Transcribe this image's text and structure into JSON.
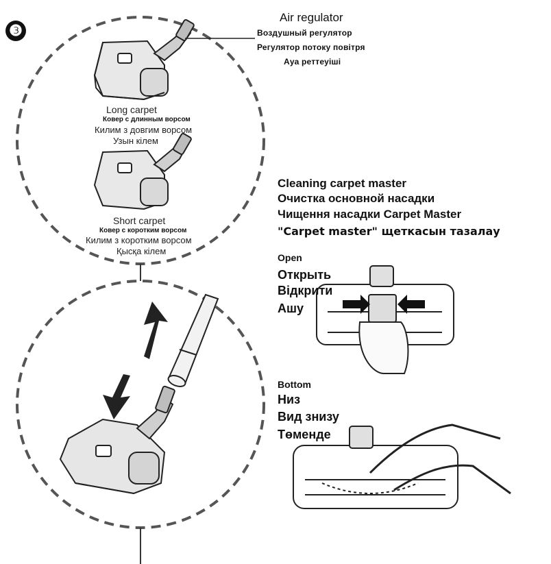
{
  "step_number": "❸",
  "air_regulator": {
    "en": "Air regulator",
    "ru": "Воздушный регулятор",
    "uk": "Регулятор потоку повітря",
    "kk": "Ауа реттеуіші"
  },
  "long_carpet": {
    "en": "Long carpet",
    "ru": "Ковер с длинным ворсом",
    "uk": "Килим з довгим ворсом",
    "kk": "Узын кілем"
  },
  "short_carpet": {
    "en": "Short carpet",
    "ru": "Ковер с коротким ворсом",
    "uk": "Килим з коротким ворсом",
    "kk": "Қысқа кілем"
  },
  "cleaning": {
    "en": "Cleaning carpet master",
    "ru": "Очистка основной насадки",
    "uk": "Чищення насадки Carpet Master",
    "kk": "\"Carpet master\" щеткасын тазалау"
  },
  "open": {
    "en": "Open",
    "ru": "Открыть",
    "uk": "Відкрити",
    "kk": "Ашу"
  },
  "bottom": {
    "en": "Bottom",
    "ru": "Низ",
    "uk": "Вид знизу",
    "kk": "Төменде"
  }
}
